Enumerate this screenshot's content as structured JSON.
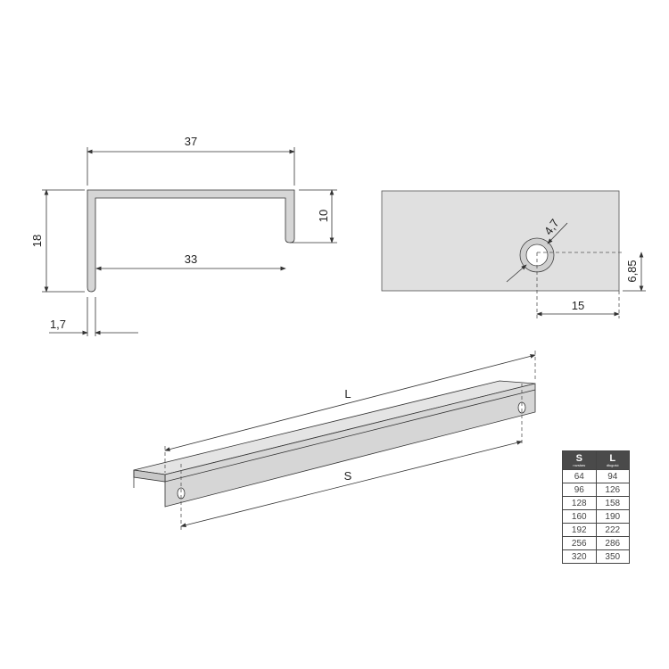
{
  "profile": {
    "width_outer": "37",
    "width_inner": "33",
    "height": "18",
    "lip": "10",
    "thickness": "1,7"
  },
  "end_view": {
    "hole": "4,7",
    "hole_offset_x": "15",
    "hole_offset_y": "6,85"
  },
  "isometric": {
    "length_label": "L",
    "spacing_label": "S"
  },
  "table": {
    "headers": [
      {
        "label": "S",
        "sub": "rozstaw"
      },
      {
        "label": "L",
        "sub": "długość"
      }
    ],
    "rows": [
      [
        "64",
        "94"
      ],
      [
        "96",
        "126"
      ],
      [
        "128",
        "158"
      ],
      [
        "160",
        "190"
      ],
      [
        "192",
        "222"
      ],
      [
        "256",
        "286"
      ],
      [
        "320",
        "350"
      ]
    ]
  },
  "colors": {
    "fill": "#d6d6d6",
    "plate": "#e0e0e0",
    "header": "#4a4a4a"
  }
}
